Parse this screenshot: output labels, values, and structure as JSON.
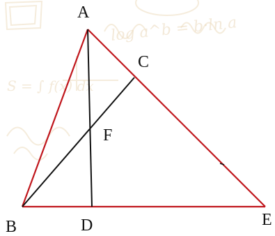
{
  "colors": {
    "triangle_edge": "#c0161c",
    "inner_line": "#111111",
    "label": "#111111",
    "background_watermark": "#ecdcc0"
  },
  "labels": {
    "A": "A",
    "B": "B",
    "C": "C",
    "D": "D",
    "E": "E",
    "F": "F"
  },
  "segments": {
    "triangle": [
      "AB",
      "AE",
      "BE"
    ],
    "inner": [
      "AD",
      "BC"
    ]
  },
  "background": {
    "description_kind": "faint math watermark",
    "formula_1": "log a^b = b·ln a",
    "formula_2": "S = ∫ f(x) dx"
  }
}
